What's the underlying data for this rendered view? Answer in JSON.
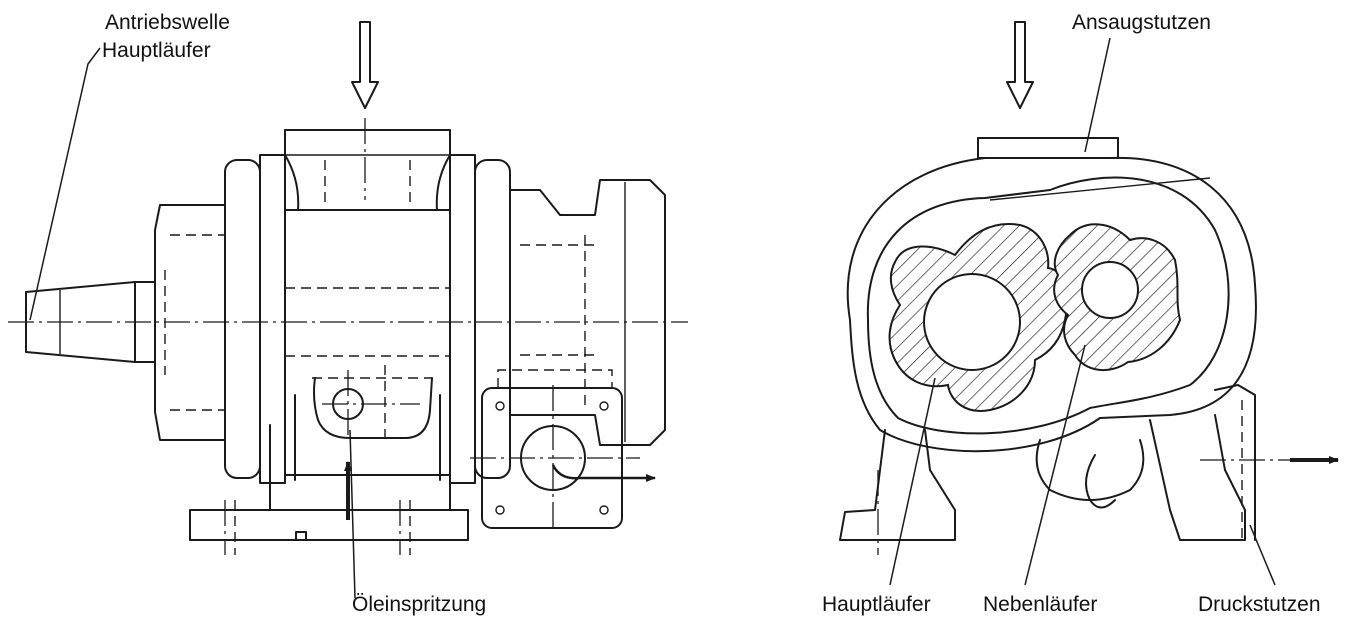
{
  "labels": {
    "drive_shaft_line1": "Antriebswelle",
    "drive_shaft_line2": "Hauptläufer",
    "oil_injection": "Öleinspritzung",
    "suction_nozzle": "Ansaugstutzen",
    "main_rotor": "Hauptläufer",
    "secondary_rotor": "Nebenläufer",
    "pressure_nozzle": "Druckstutzen"
  },
  "colors": {
    "line": "#1a1a1a",
    "background": "#ffffff"
  }
}
